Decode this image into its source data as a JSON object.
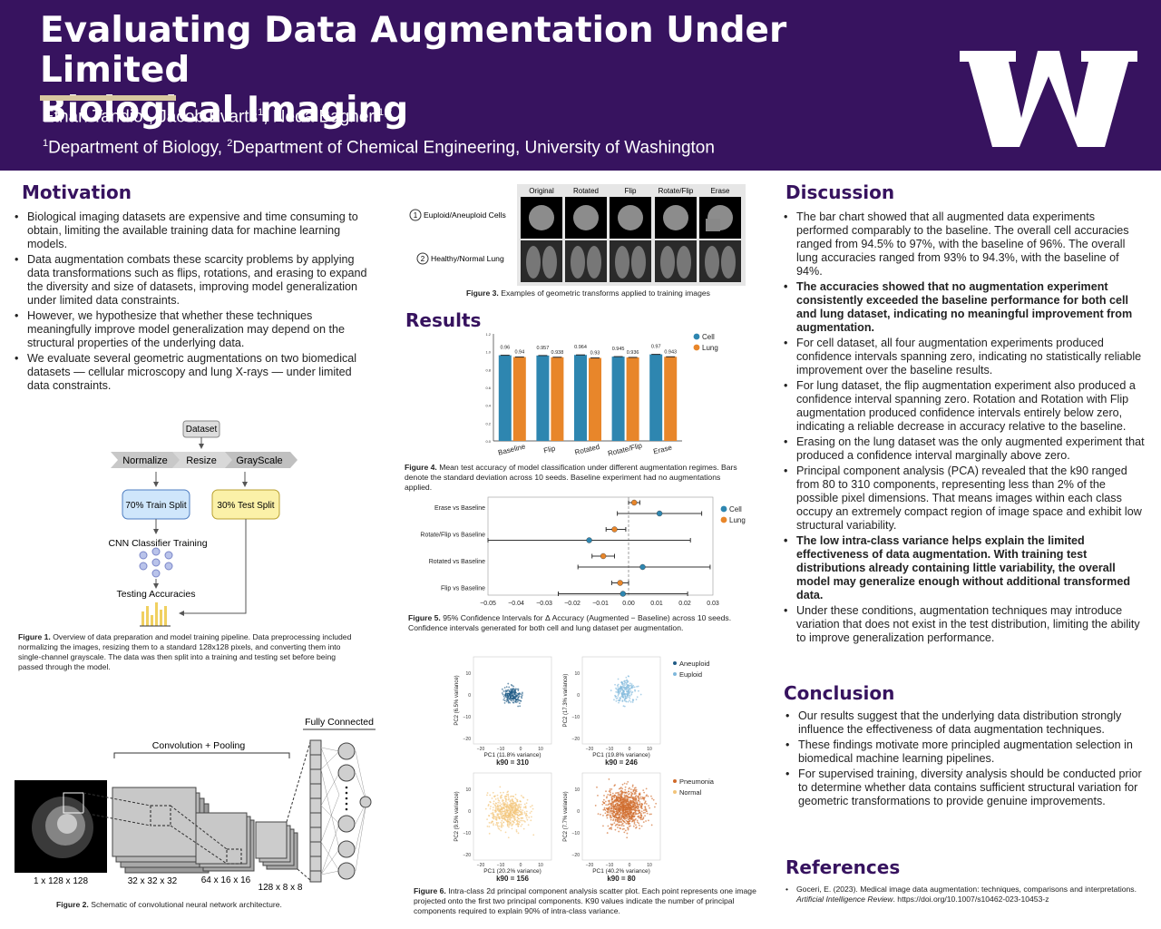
{
  "header": {
    "title_line1": "Evaluating Data Augmentation Under Limited",
    "title_line2": "Biological Imaging",
    "authors": [
      {
        "name": "Ethan Tandio",
        "sup": "1"
      },
      {
        "name": "Jacob Evarts",
        "sup": "1"
      },
      {
        "name": "Neda Bagheri",
        "sup": "1,2"
      }
    ],
    "affil_1_sup": "1",
    "affil_1": "Department of Biology, ",
    "affil_2_sup": "2",
    "affil_2": "Department of Chemical Engineering, University of Washington",
    "logo_text": "W",
    "colors": {
      "purple": "#37135f",
      "gold": "#d8c8a0"
    }
  },
  "motivation": {
    "heading": "Motivation",
    "bullets": [
      "Biological imaging datasets are expensive and time consuming to obtain, limiting the available training data for machine learning models.",
      "Data augmentation combats these scarcity problems by applying data transformations such as flips, rotations, and erasing to expand the diversity and size of datasets, improving model generalization under limited data constraints.",
      "However, we hypothesize that whether these techniques meaningfully improve model generalization may depend on the structural properties of the underlying data.",
      "We evaluate several geometric augmentations on two biomedical datasets — cellular microscopy and lung X-rays — under limited data constraints."
    ]
  },
  "fig1": {
    "dataset": "Dataset",
    "normalize": "Normalize",
    "resize": "Resize",
    "grayscale": "GrayScale",
    "train_split": "70% Train Split",
    "test_split": "30% Test Split",
    "cnn": "CNN Classifier Training",
    "testing": "Testing Accuracies",
    "caption_label": "Figure 1.",
    "caption": " Overview of data preparation and model training pipeline. Data preprocessing included normalizing the images, resizing them to a standard 128x128 pixels, and converting them into single-channel grayscale. The data was then split into a training and testing set before being passed through the model."
  },
  "fig2": {
    "fully_connected": "Fully Connected",
    "conv_pool": "Convolution + Pooling",
    "dims": [
      "1 x 128 x 128",
      "32 x 32 x 32",
      "64 x 16 x 16",
      "128 x 8 x 8"
    ],
    "caption_label": "Figure 2.",
    "caption": " Schematic of convolutional neural network architecture."
  },
  "fig3": {
    "columns": [
      "Original",
      "Rotated",
      "Flip",
      "Rotate/Flip",
      "Erase"
    ],
    "row1_num": "1",
    "row1": "Euploid/Aneuploid Cells",
    "row2_num": "2",
    "row2": "Healthy/Normal Lung",
    "caption_label": "Figure 3.",
    "caption": " Examples of geometric transforms applied to training images"
  },
  "results": {
    "heading": "Results"
  },
  "chart_data": [
    {
      "type": "bar",
      "categories": [
        "Baseline",
        "Flip",
        "Rotated",
        "Rotate/Flip",
        "Erase"
      ],
      "series": [
        {
          "name": "Cell",
          "values": [
            0.96,
            0.957,
            0.964,
            0.945,
            0.97
          ],
          "labels": [
            "0.96",
            "0.957",
            "0.964",
            "0.945",
            "0.97"
          ],
          "color": "#2e86b0"
        },
        {
          "name": "Lung",
          "values": [
            0.94,
            0.938,
            0.93,
            0.936,
            0.943
          ],
          "labels": [
            "0.94",
            "0.938",
            "0.93",
            "0.936",
            "0.943"
          ],
          "color": "#e8862a"
        }
      ],
      "ylim": [
        0,
        1.2
      ],
      "yticks": [
        "0.0",
        "0.2",
        "0.4",
        "0.6",
        "0.8",
        "1.0",
        "1.2"
      ],
      "legend": "top-right",
      "caption_label": "Figure 4.",
      "caption": " Mean test accuracy of model classification under different augmentation regimes. Bars denote the standard deviation across 10 seeds. Baseline experiment had no augmentations applied."
    },
    {
      "type": "scatter",
      "subtype": "confidence-interval",
      "categories": [
        "Erase vs Baseline",
        "Rotate/Flip vs Baseline",
        "Rotated vs Baseline",
        "Flip vs Baseline"
      ],
      "series": [
        {
          "name": "Cell",
          "color": "#2e86b0",
          "values": [
            0.011,
            -0.014,
            0.005,
            -0.002
          ],
          "ci": [
            [
              -0.004,
              0.026
            ],
            [
              -0.05,
              0.022
            ],
            [
              -0.018,
              0.029
            ],
            [
              -0.025,
              0.021
            ]
          ]
        },
        {
          "name": "Lung",
          "color": "#e8862a",
          "values": [
            0.002,
            -0.005,
            -0.009,
            -0.003
          ],
          "ci": [
            [
              0.0,
              0.004
            ],
            [
              -0.008,
              -0.001
            ],
            [
              -0.013,
              -0.005
            ],
            [
              -0.006,
              0.0
            ]
          ]
        }
      ],
      "xlim": [
        -0.05,
        0.03
      ],
      "xticks": [
        "−0.05",
        "−0.04",
        "−0.03",
        "−0.02",
        "−0.01",
        "0.00",
        "0.01",
        "0.02",
        "0.03"
      ],
      "legend": "top-right",
      "caption_label": "Figure 5.",
      "caption": " 95% Confidence Intervals for Δ Accuracy (Augmented − Baseline) across 10 seeds. Confidence intervals generated for both cell and lung dataset per augmentation."
    },
    {
      "type": "scatter",
      "subtype": "pca",
      "panels": [
        {
          "series": "Aneuploid",
          "color": "#1f5a85",
          "xlabel": "PC1 (11.8% variance)",
          "ylabel": "PC2 (6.5% variance)",
          "k90": "k90 = 310"
        },
        {
          "series": "Euploid",
          "color": "#7fb8dc",
          "xlabel": "PC1 (19.8% variance)",
          "ylabel": "PC2 (17.3% variance)",
          "k90": "k90 = 246"
        },
        {
          "series": "Normal",
          "color": "#f2c47a",
          "xlabel": "PC1 (20.2% variance)",
          "ylabel": "PC2 (9.5% variance)",
          "k90": "k90 = 156"
        },
        {
          "series": "Pneumonia",
          "color": "#d06a2a",
          "xlabel": "PC1 (40.2% variance)",
          "ylabel": "PC2 (7.7% variance)",
          "k90": "k90 = 80"
        }
      ],
      "legend_top": [
        "Aneuploid",
        "Euploid"
      ],
      "legend_bottom": [
        "Pneumonia",
        "Normal"
      ],
      "xticks": [
        "−20",
        "−10",
        "0",
        "10"
      ],
      "yticks": [
        "10",
        "0",
        "−10",
        "−20"
      ],
      "caption_label": "Figure 6.",
      "caption": " Intra-class 2d principal component analysis scatter plot. Each point represents one image projected onto the first two principal components. K90 values indicate the number of principal components required to explain 90% of intra-class variance."
    }
  ],
  "discussion": {
    "heading": "Discussion",
    "bullets": [
      {
        "text": "The bar chart showed that all augmented data experiments performed comparably to the baseline. The overall cell accuracies ranged from 94.5% to 97%, with the baseline of 96%. The overall lung accuracies ranged from 93% to 94.3%, with the baseline of 94%.",
        "bold": false
      },
      {
        "text": "The accuracies showed that no augmentation experiment consistently exceeded the baseline performance for both cell and lung dataset, indicating no meaningful improvement from augmentation.",
        "bold": true
      },
      {
        "text": "For cell dataset, all four augmentation experiments produced confidence intervals spanning zero, indicating no statistically reliable improvement over the baseline results.",
        "bold": false
      },
      {
        "text": "For lung dataset, the flip augmentation experiment also produced a confidence interval spanning zero. Rotation and Rotation with Flip augmentation produced confidence intervals entirely below zero, indicating a reliable decrease in accuracy relative to the baseline.",
        "bold": false
      },
      {
        "text": "Erasing on the lung dataset was the only augmented experiment that produced a confidence interval marginally above zero.",
        "bold": false
      },
      {
        "text": "Principal component analysis (PCA) revealed that the k90 ranged from 80 to 310 components, representing less than 2% of the possible pixel dimensions. That means images within each class occupy an extremely compact region of image space and exhibit low structural variability.",
        "bold": false
      },
      {
        "text": "The low intra-class variance helps explain the limited effectiveness of data augmentation. With training test distributions already containing little variability, the overall model may generalize enough without additional transformed data.",
        "bold": true
      },
      {
        "text": "Under these conditions, augmentation techniques may introduce variation that does not exist in the test distribution, limiting the ability to improve generalization performance.",
        "bold": false
      }
    ]
  },
  "conclusion": {
    "heading": "Conclusion",
    "bullets": [
      "Our results suggest that the underlying data distribution strongly influence the effectiveness of data augmentation techniques.",
      "These findings motivate more principled augmentation selection in biomedical machine learning pipelines.",
      "For supervised training, diversity analysis should be conducted prior to determine whether data contains sufficient structural variation for geometric transformations to provide genuine improvements."
    ]
  },
  "references": {
    "heading": "References",
    "items": [
      {
        "pre": "Goceri, E. (2023). Medical image data augmentation: techniques, comparisons and interpretations. ",
        "journal": "Artificial Intelligence Review",
        "post": ". https://doi.org/10.1007/s10462-023-10453-z"
      }
    ]
  }
}
